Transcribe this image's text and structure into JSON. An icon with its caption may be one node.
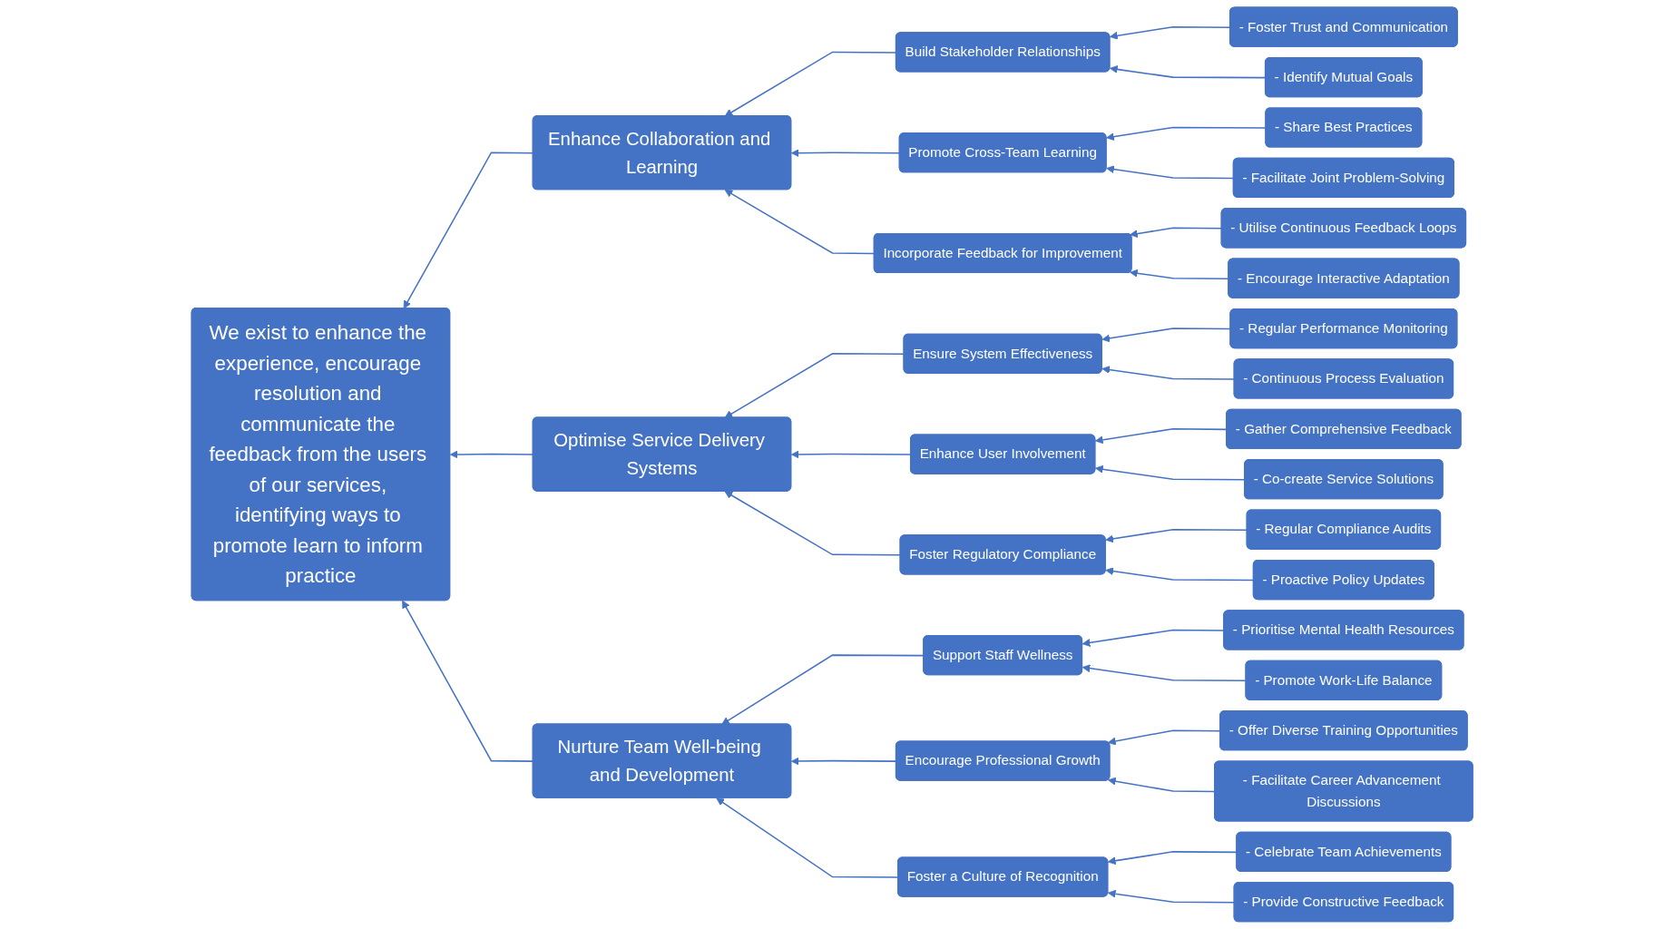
{
  "diagram": {
    "nodes": [
      {
        "text": [
          "We exist to enhance the experience, encourage resolution and communicate the feedback from the users of our services, identifying ways to promote learn to inform practice"
        ]
      },
      {
        "text": [
          "Enhance Collaboration and Learning"
        ]
      },
      {
        "text": [
          "Optimise Service Delivery Systems"
        ]
      },
      {
        "text": [
          "Nurture Team Well-being and Development"
        ]
      },
      {
        "text": [
          "Build Stakeholder Relationships"
        ]
      },
      {
        "text": [
          "Promote Cross-Team Learning"
        ]
      },
      {
        "text": [
          "Incorporate Feedback for Improvement"
        ]
      },
      {
        "text": [
          "Ensure System Effectiveness"
        ]
      },
      {
        "text": [
          "Enhance User Involvement"
        ]
      },
      {
        "text": [
          "Foster Regulatory Compliance"
        ]
      },
      {
        "text": [
          "Support Staff Wellness"
        ]
      },
      {
        "text": [
          "Encourage Professional Growth"
        ]
      },
      {
        "text": [
          "Foster a Culture of Recognition"
        ]
      },
      {
        "text": [
          "- Foster Trust and Communication"
        ]
      },
      {
        "text": [
          "- Identify Mutual Goals"
        ]
      },
      {
        "text": [
          "- Share Best Practices"
        ]
      },
      {
        "text": [
          "- Facilitate Joint Problem-Solving"
        ]
      },
      {
        "text": [
          "- Utilise Continuous Feedback Loops"
        ]
      },
      {
        "text": [
          "- Encourage Interactive Adaptation"
        ]
      },
      {
        "text": [
          "- Regular Performance Monitoring"
        ]
      },
      {
        "text": [
          "- Continuous Process Evaluation"
        ]
      },
      {
        "text": [
          "- Gather Comprehensive Feedback"
        ]
      },
      {
        "text": [
          "- Co-create Service Solutions"
        ]
      },
      {
        "text": [
          "- Regular Compliance Audits"
        ]
      },
      {
        "text": [
          "- Proactive Policy Updates"
        ]
      },
      {
        "text": [
          "- Prioritise Mental Health Resources"
        ]
      },
      {
        "text": [
          "- Promote Work-Life Balance"
        ]
      },
      {
        "text": [
          "- Offer Diverse Training Opportunities"
        ]
      },
      {
        "text": [
          "- Facilitate Career Advancement Discussions"
        ]
      },
      {
        "text": [
          "- Celebrate Team Achievements"
        ]
      },
      {
        "text": [
          "- Provide Constructive Feedback"
        ]
      }
    ],
    "edges": [
      {
        "from": 1,
        "to": 0,
        "arrow": "to"
      },
      {
        "from": 2,
        "to": 0,
        "arrow": "to"
      },
      {
        "from": 3,
        "to": 0,
        "arrow": "to"
      },
      {
        "from": 4,
        "to": 1,
        "arrow": "to"
      },
      {
        "from": 5,
        "to": 1,
        "arrow": "to"
      },
      {
        "from": 6,
        "to": 1,
        "arrow": "to"
      },
      {
        "from": 7,
        "to": 2,
        "arrow": "to"
      },
      {
        "from": 8,
        "to": 2,
        "arrow": "to"
      },
      {
        "from": 9,
        "to": 2,
        "arrow": "to"
      },
      {
        "from": 10,
        "to": 3,
        "arrow": "to"
      },
      {
        "from": 11,
        "to": 3,
        "arrow": "to"
      },
      {
        "from": 12,
        "to": 3,
        "arrow": "to"
      },
      {
        "from": 13,
        "to": 4,
        "arrow": "to"
      },
      {
        "from": 14,
        "to": 4,
        "arrow": "to"
      },
      {
        "from": 15,
        "to": 5,
        "arrow": "to"
      },
      {
        "from": 16,
        "to": 5,
        "arrow": "to"
      },
      {
        "from": 17,
        "to": 6,
        "arrow": "to"
      },
      {
        "from": 18,
        "to": 6,
        "arrow": "to"
      },
      {
        "from": 19,
        "to": 7,
        "arrow": "to"
      },
      {
        "from": 20,
        "to": 7,
        "arrow": "to"
      },
      {
        "from": 21,
        "to": 8,
        "arrow": "to"
      },
      {
        "from": 22,
        "to": 8,
        "arrow": "to"
      },
      {
        "from": 23,
        "to": 9,
        "arrow": "to"
      },
      {
        "from": 24,
        "to": 9,
        "arrow": "to"
      },
      {
        "from": 25,
        "to": 10,
        "arrow": "to"
      },
      {
        "from": 26,
        "to": 10,
        "arrow": "to"
      },
      {
        "from": 27,
        "to": 11,
        "arrow": "to"
      },
      {
        "from": 28,
        "to": 11,
        "arrow": "to"
      },
      {
        "from": 29,
        "to": 12,
        "arrow": "to"
      },
      {
        "from": 30,
        "to": 12,
        "arrow": "to"
      }
    ]
  }
}
